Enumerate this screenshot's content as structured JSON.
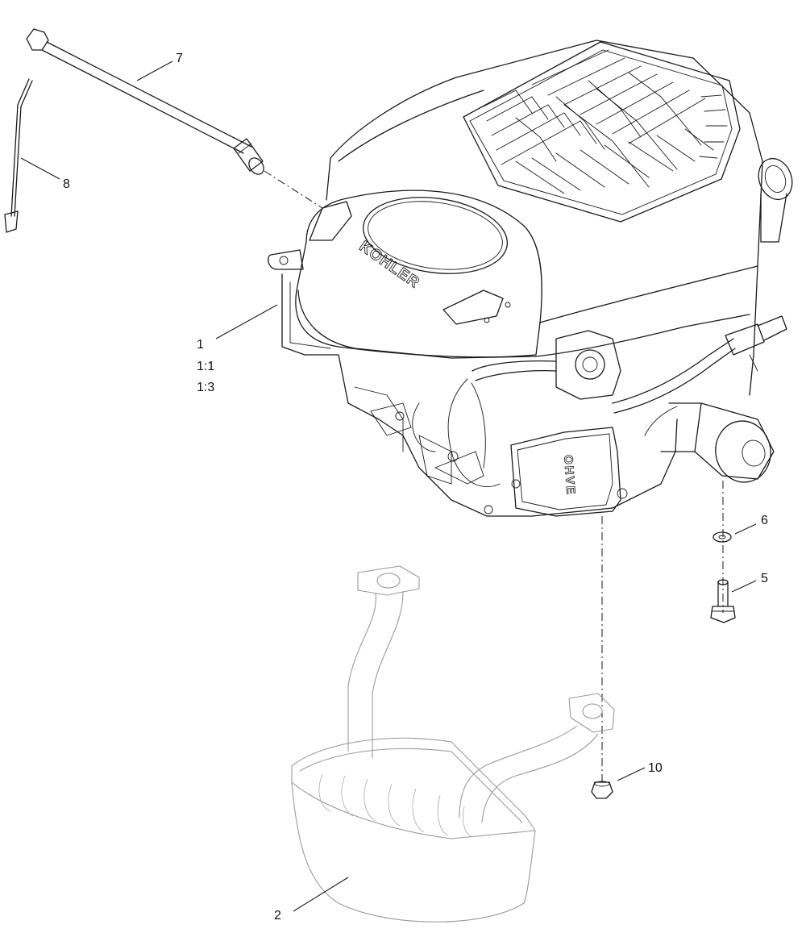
{
  "diagram": {
    "engine_brand": "KOHLER",
    "valve_cover_mark": "OHVE",
    "callouts": [
      {
        "id": "7",
        "label": "7"
      },
      {
        "id": "8",
        "label": "8"
      },
      {
        "id": "1",
        "label": "1"
      },
      {
        "id": "1a",
        "label": "1:1"
      },
      {
        "id": "1b",
        "label": "1:3"
      },
      {
        "id": "6",
        "label": "6"
      },
      {
        "id": "5",
        "label": "5"
      },
      {
        "id": "10",
        "label": "10"
      },
      {
        "id": "2",
        "label": "2"
      }
    ]
  }
}
